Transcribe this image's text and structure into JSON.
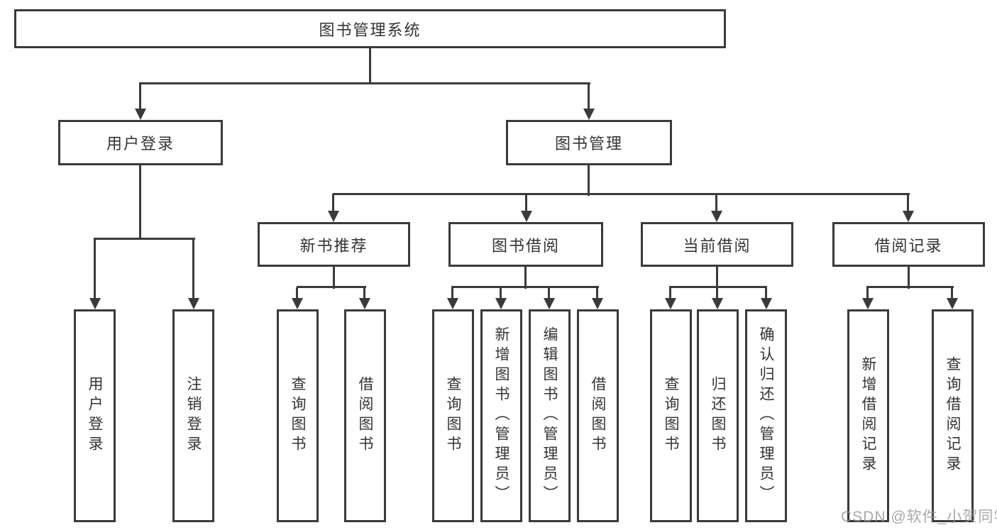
{
  "diagram": {
    "root": {
      "label": "图书管理系统"
    },
    "branches": [
      {
        "label": "用户登录",
        "children": [
          {
            "label": "用户登录"
          },
          {
            "label": "注销登录"
          }
        ]
      },
      {
        "label": "图书管理",
        "groups": [
          {
            "label": "新书推荐",
            "children": [
              {
                "label": "查询图书"
              },
              {
                "label": "借阅图书"
              }
            ]
          },
          {
            "label": "图书借阅",
            "children": [
              {
                "label": "查询图书"
              },
              {
                "label": "新增图书（管理员）"
              },
              {
                "label": "编辑图书（管理员）"
              },
              {
                "label": "借阅图书"
              }
            ]
          },
          {
            "label": "当前借阅",
            "children": [
              {
                "label": "查询图书"
              },
              {
                "label": "归还图书"
              },
              {
                "label": "确认归还（管理员）"
              }
            ]
          },
          {
            "label": "借阅记录",
            "children": [
              {
                "label": "新增借阅记录"
              },
              {
                "label": "查询借阅记录"
              }
            ]
          }
        ]
      }
    ]
  },
  "watermark": {
    "text": "CSDN @软件_小贺同学"
  },
  "colors": {
    "line": "#3a3a3a",
    "text": "#333333",
    "background": "#ffffff",
    "watermark": "#949494"
  }
}
